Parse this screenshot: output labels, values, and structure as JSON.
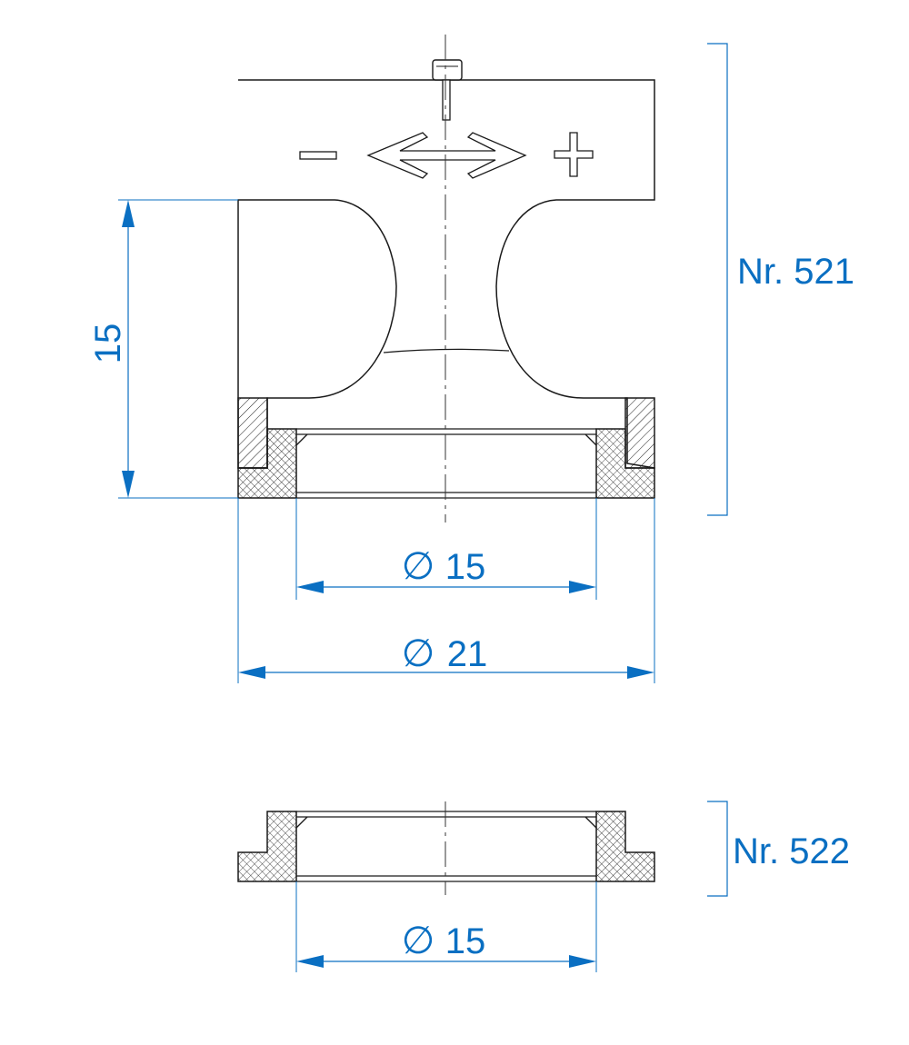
{
  "colors": {
    "outline": "#1a1a1a",
    "dimension": "#0a6fc2",
    "centerline": "#333333",
    "background": "#ffffff"
  },
  "part_521": {
    "label": "Nr. 521",
    "height_dimension": "15",
    "inner_diameter": {
      "symbol": "∅",
      "value": "15"
    },
    "outer_diameter": {
      "symbol": "∅",
      "value": "21"
    },
    "adjust_minus": "−",
    "adjust_plus": "+"
  },
  "part_522": {
    "label": "Nr. 522",
    "inner_diameter": {
      "symbol": "∅",
      "value": "15"
    }
  }
}
